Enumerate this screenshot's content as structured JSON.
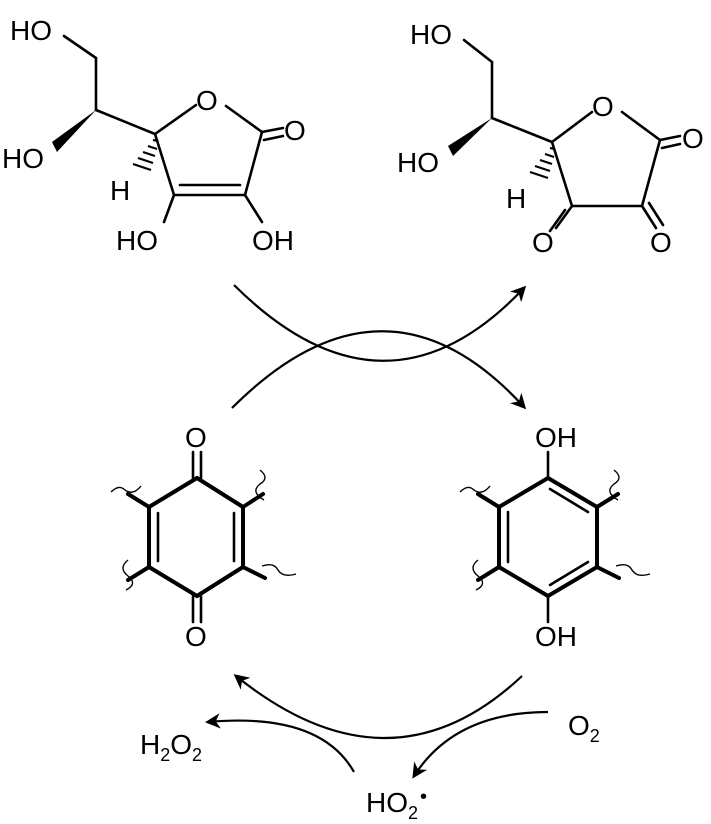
{
  "ascorbic_acid": {
    "ho_top": "HO",
    "ho_left": "HO",
    "ring_o": "O",
    "carbonyl_o": "O",
    "h": "H",
    "ho_bottom_left": "HO",
    "oh_bottom_right": "OH"
  },
  "dehydroascorbic_acid": {
    "ho_top": "HO",
    "ho_left": "HO",
    "ring_o": "O",
    "carbonyl_o": "O",
    "h": "H",
    "keto_o_left": "O",
    "keto_o_right": "O"
  },
  "quinone": {
    "o_top": "O",
    "o_bottom": "O"
  },
  "hydroquinone": {
    "oh_top": "OH",
    "oh_bottom": "OH"
  },
  "species": {
    "o2_main": "O",
    "o2_sub": "2",
    "h2o2_h": "H",
    "h2o2_sub1": "2",
    "h2o2_o": "O",
    "h2o2_sub2": "2",
    "ho2_main": "HO",
    "ho2_sub": "2",
    "ho2_dot": "•"
  }
}
